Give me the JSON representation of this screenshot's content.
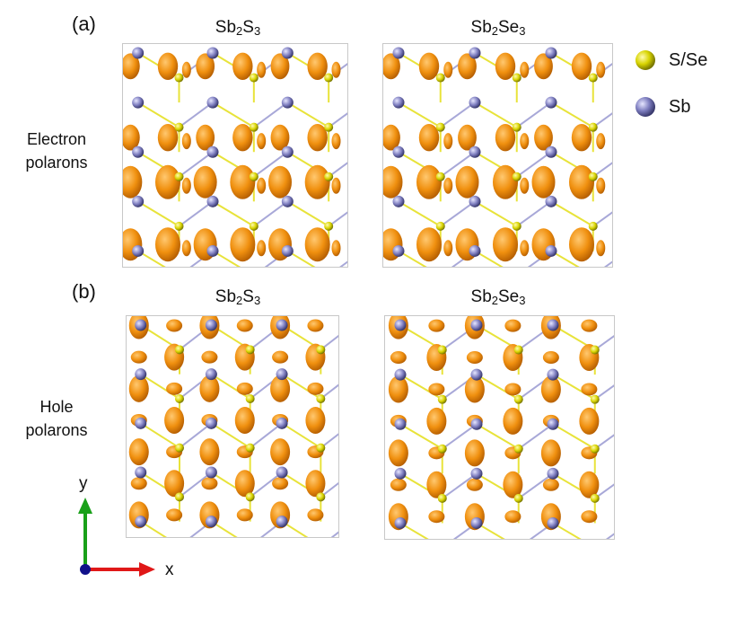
{
  "panels": [
    {
      "letter": "(a)",
      "row_label_lines": [
        "Electron",
        "polarons"
      ],
      "columns": [
        {
          "base": "Sb",
          "sub1": "2",
          "mid": "S",
          "sub2": "3"
        },
        {
          "base": "Sb",
          "sub1": "2",
          "mid": "Se",
          "sub2": "3"
        }
      ]
    },
    {
      "letter": "(b)",
      "row_label_lines": [
        "Hole",
        "polarons"
      ],
      "columns": [
        {
          "base": "Sb",
          "sub1": "2",
          "mid": "S",
          "sub2": "3"
        },
        {
          "base": "Sb",
          "sub1": "2",
          "mid": "Se",
          "sub2": "3"
        }
      ]
    }
  ],
  "legend": [
    {
      "label": "S/Se",
      "color": "#d8d400"
    },
    {
      "label": "Sb",
      "color": "#7d7dbf"
    }
  ],
  "axes": {
    "y_label": "y",
    "x_label": "x",
    "y_color": "#19a019",
    "x_color": "#e01818",
    "origin_color": "#10108a"
  },
  "colors": {
    "isosurface": "#f0900f",
    "bond_yellow": "#e8e33a",
    "bond_blue": "#a8a8d8"
  }
}
